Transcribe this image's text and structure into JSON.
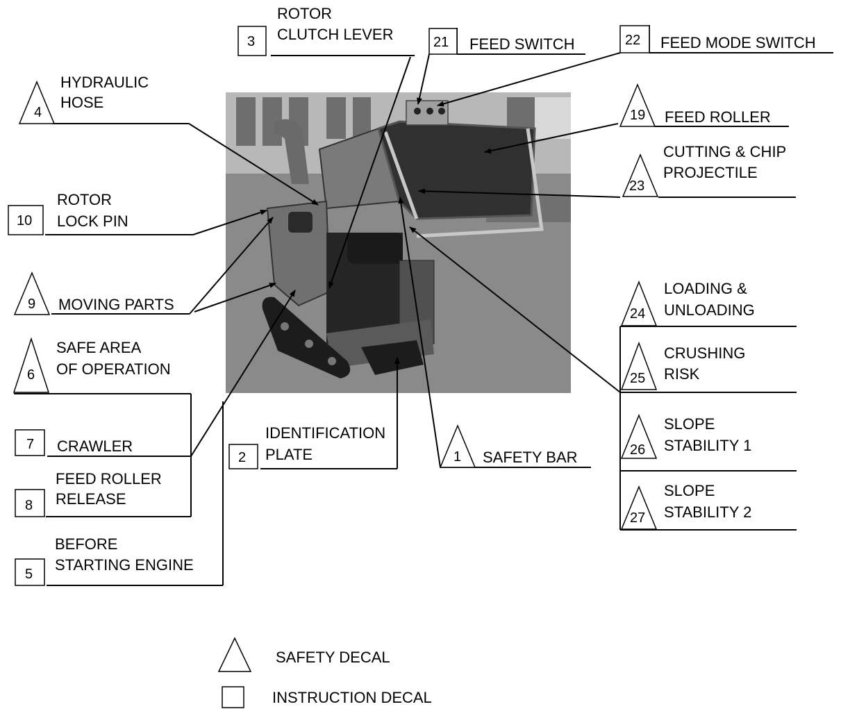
{
  "decals": {
    "d1": {
      "num": "1",
      "lines": [
        "SAFETY BAR"
      ]
    },
    "d2": {
      "num": "2",
      "lines": [
        "IDENTIFICATION",
        "PLATE"
      ]
    },
    "d3": {
      "num": "3",
      "lines": [
        "ROTOR",
        "CLUTCH LEVER"
      ]
    },
    "d4": {
      "num": "4",
      "lines": [
        "HYDRAULIC",
        "HOSE"
      ]
    },
    "d5": {
      "num": "5",
      "lines": [
        "BEFORE",
        "STARTING ENGINE"
      ]
    },
    "d6": {
      "num": "6",
      "lines": [
        "SAFE AREA",
        "OF OPERATION"
      ]
    },
    "d7": {
      "num": "7",
      "lines": [
        "CRAWLER"
      ]
    },
    "d8": {
      "num": "8",
      "lines": [
        "FEED ROLLER",
        "RELEASE"
      ]
    },
    "d9": {
      "num": "9",
      "lines": [
        "MOVING PARTS"
      ]
    },
    "d10": {
      "num": "10",
      "lines": [
        "ROTOR",
        "LOCK PIN"
      ]
    },
    "d19": {
      "num": "19",
      "lines": [
        "FEED ROLLER"
      ]
    },
    "d21": {
      "num": "21",
      "lines": [
        "FEED SWITCH"
      ]
    },
    "d22": {
      "num": "22",
      "lines": [
        "FEED MODE SWITCH"
      ]
    },
    "d23": {
      "num": "23",
      "lines": [
        "CUTTING & CHIP",
        "PROJECTILE"
      ]
    },
    "d24": {
      "num": "24",
      "lines": [
        "LOADING &",
        "UNLOADING"
      ]
    },
    "d25": {
      "num": "25",
      "lines": [
        "CRUSHING",
        "RISK"
      ]
    },
    "d26": {
      "num": "26",
      "lines": [
        "SLOPE",
        "STABILITY 1"
      ]
    },
    "d27": {
      "num": "27",
      "lines": [
        "SLOPE",
        "STABILITY 2"
      ]
    }
  },
  "legend": {
    "safety": "SAFETY DECAL",
    "instruction": "INSTRUCTION DECAL"
  },
  "colors": {
    "photo_sky": "#a9a9a9",
    "photo_ground": "#8c8c8c",
    "machine_body": "#5a5a5a",
    "machine_dark": "#202020"
  }
}
